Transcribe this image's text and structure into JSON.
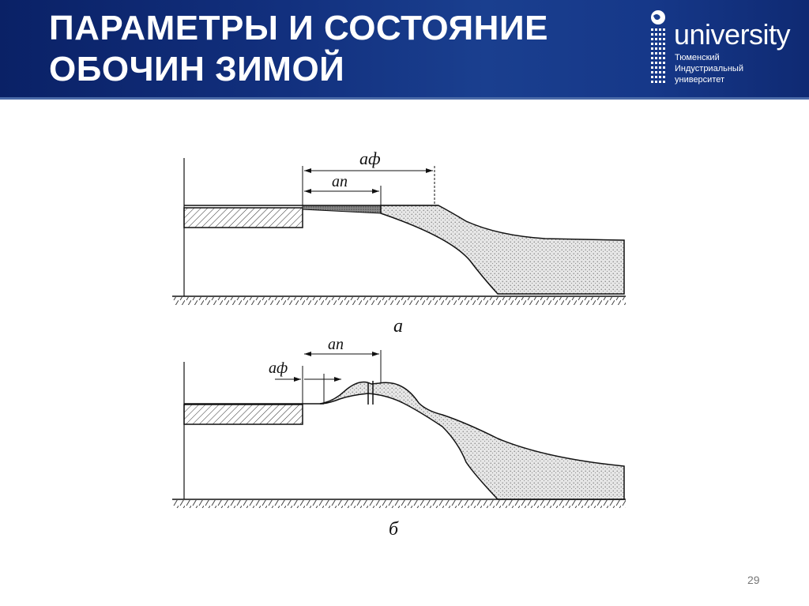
{
  "header": {
    "title_line1": "ПАРАМЕТРЫ И СОСТОЯНИЕ",
    "title_line2": "ОБОЧИН ЗИМОЙ",
    "logo": {
      "icon": "globe-icon",
      "word": "university",
      "sub_line1": "Тюменский",
      "sub_line2": "Индустриальный",
      "sub_line3": "университет"
    }
  },
  "figure": {
    "panel_a": {
      "caption": "а",
      "dim_outer": "aф",
      "dim_inner": "aп"
    },
    "panel_b": {
      "caption": "б",
      "dim_outer": "aп",
      "dim_inner": "aф"
    }
  },
  "footer": {
    "page_number": "29"
  },
  "colors": {
    "header_bg": "#12307e",
    "snow_fill": "#e4e4e4",
    "line": "#111111"
  }
}
